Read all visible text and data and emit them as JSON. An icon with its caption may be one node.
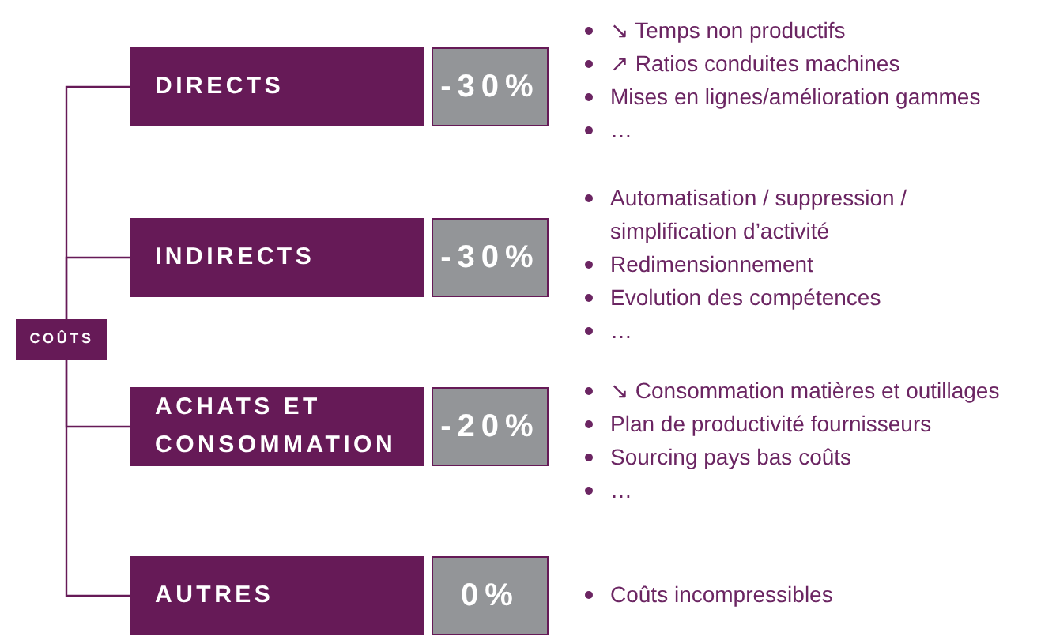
{
  "diagram": {
    "nodes": [
      {
        "text": [
          "COÛTS"
        ]
      },
      {
        "text": [
          "DIRECTS"
        ]
      },
      {
        "text": [
          "INDIRECTS"
        ]
      },
      {
        "text": [
          "ACHATS ET CONSOMMATION"
        ]
      },
      {
        "text": [
          "AUTRES"
        ]
      },
      {
        "text": [
          "-30%"
        ]
      },
      {
        "text": [
          "-30%"
        ]
      },
      {
        "text": [
          "-20%"
        ]
      },
      {
        "text": [
          "0%"
        ]
      }
    ],
    "edges": [
      {
        "from": 0,
        "to": 1,
        "arrow": "none"
      },
      {
        "from": 0,
        "to": 2,
        "arrow": "none"
      },
      {
        "from": 0,
        "to": 3,
        "arrow": "none"
      },
      {
        "from": 0,
        "to": 4,
        "arrow": "none"
      }
    ],
    "labels": [
      "↘ Temps non productifs",
      "↗ Ratios conduites machines",
      "Mises en lignes/amélioration gammes",
      "…",
      "Automatisation / suppression / simplification d’activité",
      "Redimensionnement",
      "Evolution des compétences",
      "…",
      "↘ Consommation matières et outillages",
      "Plan de productivité fournisseurs",
      "Sourcing pays bas coûts",
      "…",
      "Coûts incompressibles"
    ]
  }
}
